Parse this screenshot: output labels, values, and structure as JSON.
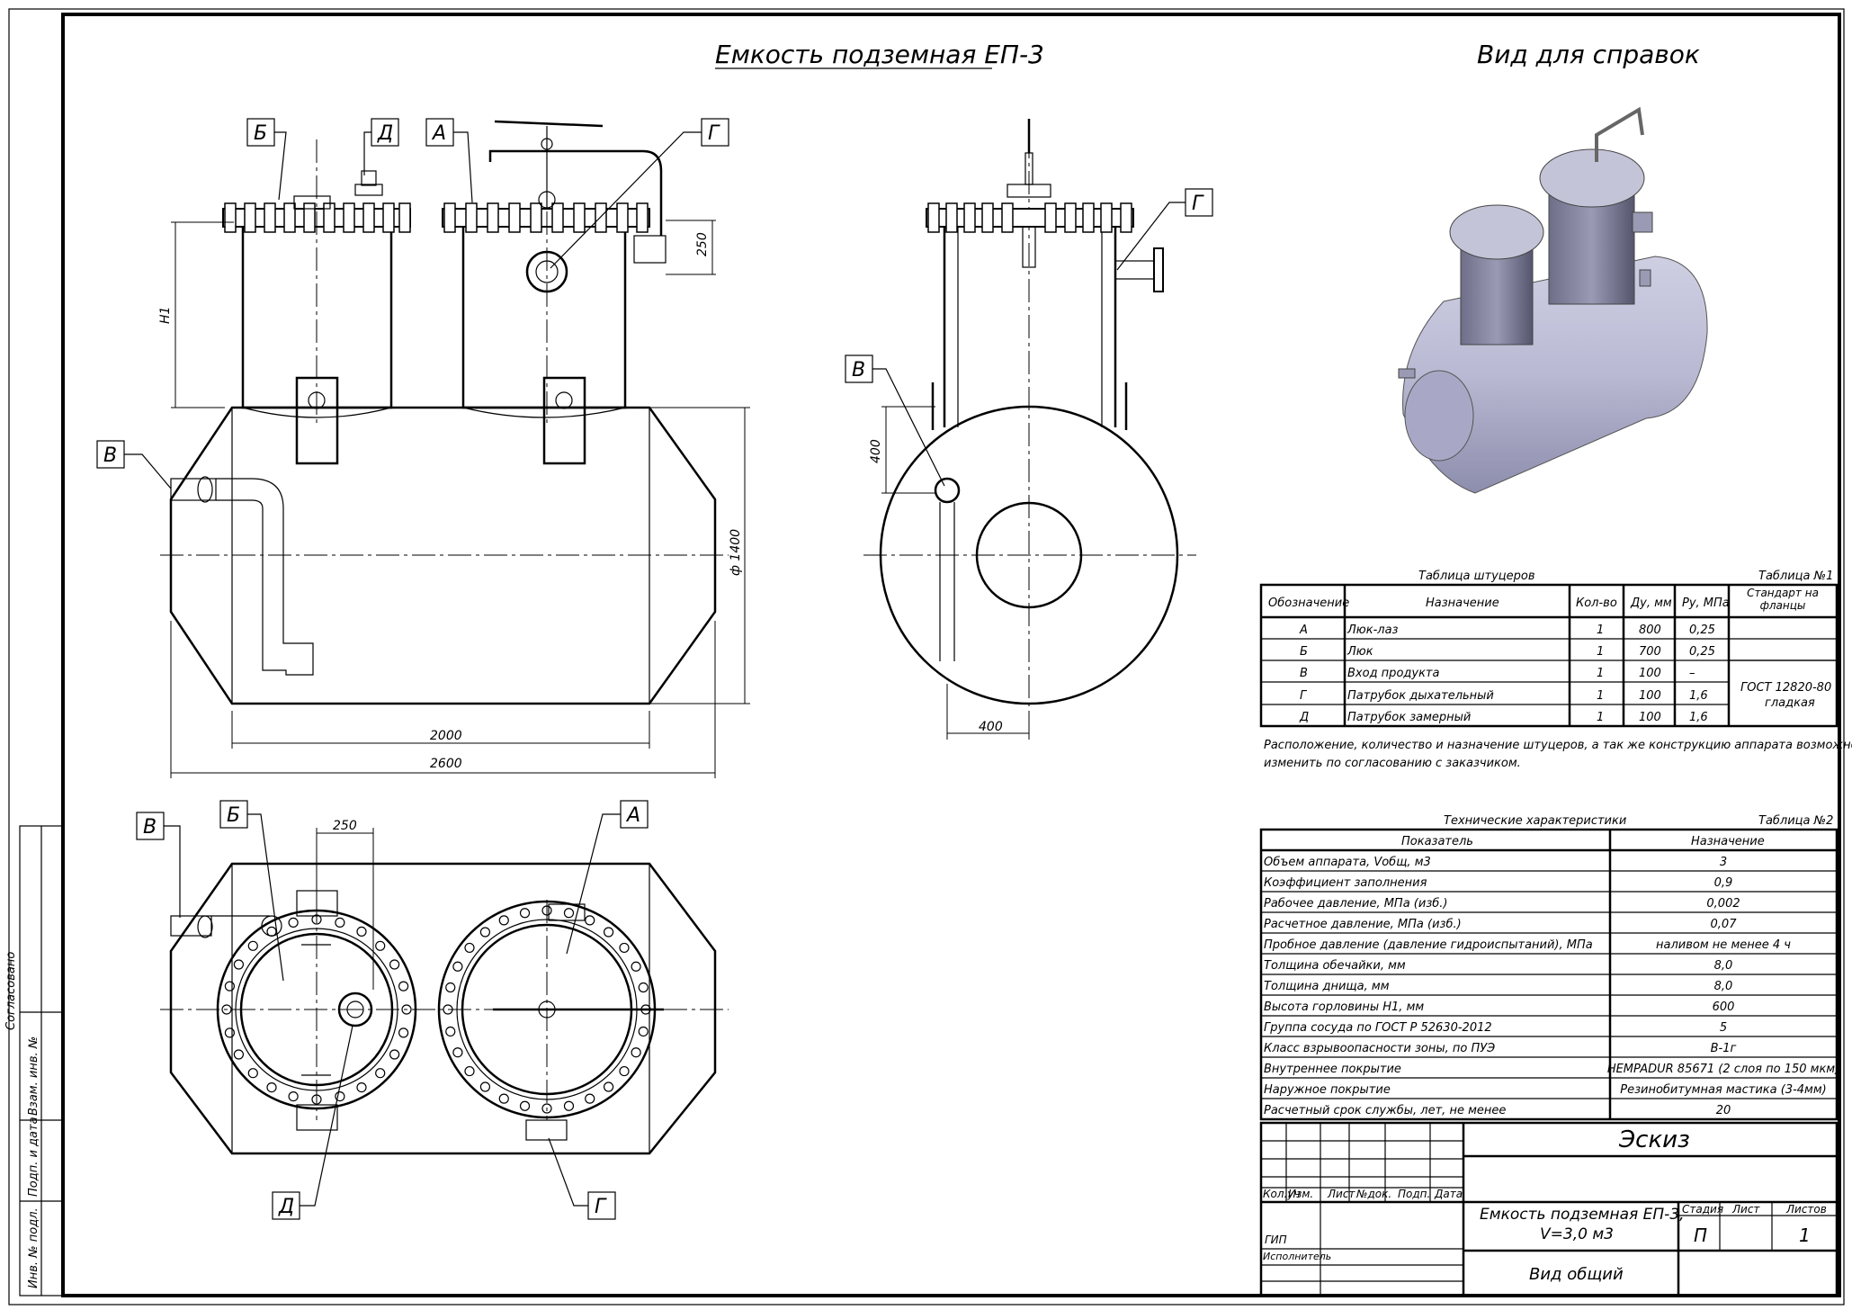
{
  "title_main": "Емкость подземная ЕП-3",
  "title_ref": "Вид для справок",
  "callouts": {
    "A": "А",
    "B": "Б",
    "V": "В",
    "G": "Г",
    "D": "Д"
  },
  "dims": {
    "h1": "Н1",
    "d250": "250",
    "d1400": "ф 1400",
    "d2000": "2000",
    "d2600": "2600",
    "d400": "400",
    "d400b": "400",
    "d250b": "250"
  },
  "sidebar": {
    "approved": "Согласовано",
    "inv_sub": "Взам. инв. №",
    "sign_date": "Подп. и дата",
    "inv_orig": "Инв. № подл."
  },
  "table1": {
    "title": "Таблица штуцеров",
    "num": "Таблица №1",
    "headers": [
      "Обозначение",
      "Назначение",
      "Кол-во",
      "Ду, мм",
      "Ру, МПа",
      "Стандарт на фланцы"
    ],
    "rows": [
      [
        "А",
        "Люк-лаз",
        "1",
        "800",
        "0,25"
      ],
      [
        "Б",
        "Люк",
        "1",
        "700",
        "0,25"
      ],
      [
        "В",
        "Вход продукта",
        "1",
        "100",
        "–"
      ],
      [
        "Г",
        "Патрубок дыхательный",
        "1",
        "100",
        "1,6"
      ],
      [
        "Д",
        "Патрубок замерный",
        "1",
        "100",
        "1,6"
      ]
    ],
    "standard": [
      "ГОСТ 12820-80",
      "гладкая"
    ]
  },
  "note": [
    "Расположение, количество и назначение штуцеров, а так же конструкцию аппарата возможно",
    "изменить по согласованию с заказчиком."
  ],
  "table2": {
    "title": "Технические характеристики",
    "num": "Таблица №2",
    "headers": [
      "Показатель",
      "Назначение"
    ],
    "rows": [
      [
        "Объем аппарата, Vобщ, м3",
        "3"
      ],
      [
        "Коэффициент заполнения",
        "0,9"
      ],
      [
        "Рабочее давление, МПа (изб.)",
        "0,002"
      ],
      [
        "Расчетное давление, МПа (изб.)",
        "0,07"
      ],
      [
        "Пробное давление (давление гидроиспытаний), МПа",
        "наливом не менее 4 ч"
      ],
      [
        "Толщина обечайки, мм",
        "8,0"
      ],
      [
        "Толщина днища, мм",
        "8,0"
      ],
      [
        "Высота горловины Н1, мм",
        "600"
      ],
      [
        "Группа сосуда по ГОСТ Р 52630-2012",
        "5"
      ],
      [
        "Класс взрывоопасности зоны, по ПУЭ",
        "В-1г"
      ],
      [
        "Внутреннее покрытие",
        "HEMPADUR 85671 (2 слоя по 150 мкм)"
      ],
      [
        "Наружное покрытие",
        "Резинобитумная мастика (3-4мм)"
      ],
      [
        "Расчетный срок службы, лет, не менее",
        "20"
      ]
    ]
  },
  "stamp": {
    "sketch": "Эскиз",
    "col_headers": [
      "Изм.",
      "Кол.уч",
      "Лист",
      "№док.",
      "Подп.",
      "Дата"
    ],
    "gip": "ГИП",
    "executor": "Исполнитель",
    "name_line1": "Емкость подземная ЕП-3,",
    "name_line2": "V=3,0 м3",
    "view": "Вид общий",
    "stage_label": "Стадия",
    "sheet_label": "Лист",
    "sheets_label": "Листов",
    "stage": "П",
    "sheets": "1"
  }
}
